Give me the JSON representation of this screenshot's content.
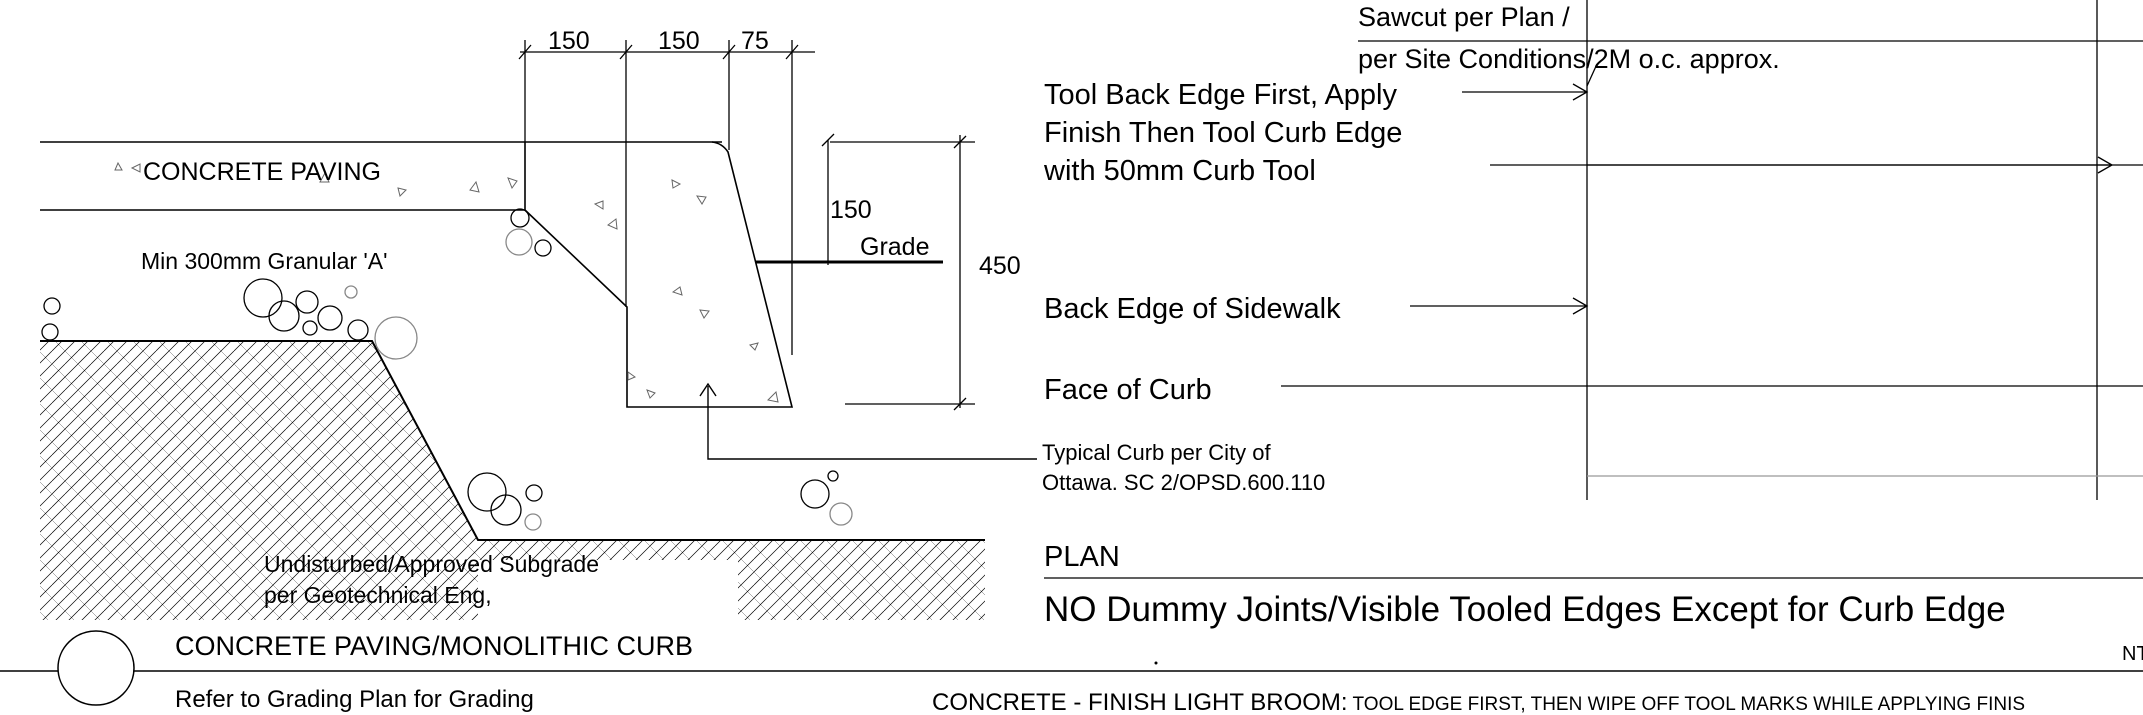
{
  "section": {
    "dims_top": [
      "150",
      "150",
      "75"
    ],
    "concrete_paving": "CONCRETE PAVING",
    "granular": "Min 300mm Granular 'A'",
    "dim_150": "150",
    "grade": "Grade",
    "dim_450": "450",
    "subgrade_line1": "Undisturbed/Approved Subgrade",
    "subgrade_line2": "per Geotechnical Eng,",
    "curb_note_line1": "Typical Curb per City of",
    "curb_note_line2": "Ottawa. SC 2/OPSD.600.110"
  },
  "plan": {
    "sawcut_line1": "Sawcut per Plan /",
    "sawcut_line2": "per Site Conditions/2M o.c. approx.",
    "tool_line1": "Tool Back Edge First, Apply",
    "tool_line2": "Finish Then Tool Curb Edge",
    "tool_line3": "with 50mm Curb Tool",
    "back_edge": "Back Edge of Sidewalk",
    "face_of_curb": "Face of Curb",
    "plan_title": "PLAN",
    "no_dummy": "NO Dummy Joints/Visible Tooled Edges Except for Curb Edge",
    "nts": "NT"
  },
  "title_block": {
    "title": "CONCRETE PAVING/MONOLITHIC CURB",
    "subtitle": "Refer to Grading Plan for Grading",
    "finish_note_main": "CONCRETE - FINISH LIGHT BROOM:",
    "finish_note_small": " TOOL EDGE FIRST, THEN WIPE OFF TOOL MARKS WHILE APPLYING FINIS"
  }
}
